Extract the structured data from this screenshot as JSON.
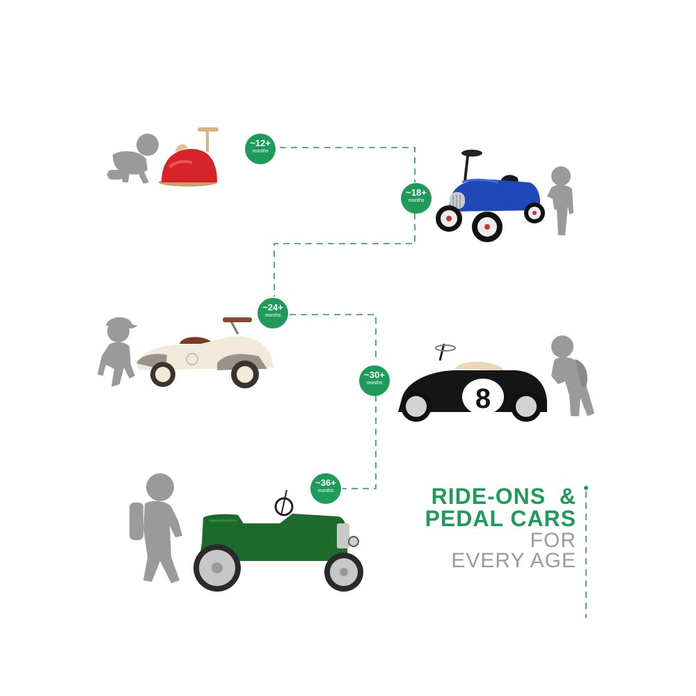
{
  "badges": [
    {
      "age": "~12+",
      "unit": "months"
    },
    {
      "age": "~18+",
      "unit": "months"
    },
    {
      "age": "~24+",
      "unit": "months"
    },
    {
      "age": "~30+",
      "unit": "months"
    },
    {
      "age": "~36+",
      "unit": "months"
    }
  ],
  "headline": {
    "line1": "RIDE-ONS  &",
    "line2": "PEDAL CARS",
    "line3": "FOR",
    "line4": "EVERY AGE"
  },
  "race_car_number": "8",
  "colors": {
    "accent_green": "#1e9a5a",
    "figure_gray": "#9a9a9a",
    "wobble_red": "#d6242a",
    "racer_blue": "#1f49b8",
    "speedster_cream": "#f1eadb",
    "racer_black": "#151515",
    "pedal_car_green": "#1c6a2c"
  },
  "icons": [
    "crawling-baby-icon",
    "toddler-icon",
    "child-with-cap-icon",
    "child-icon",
    "child-with-backpack-icon"
  ]
}
